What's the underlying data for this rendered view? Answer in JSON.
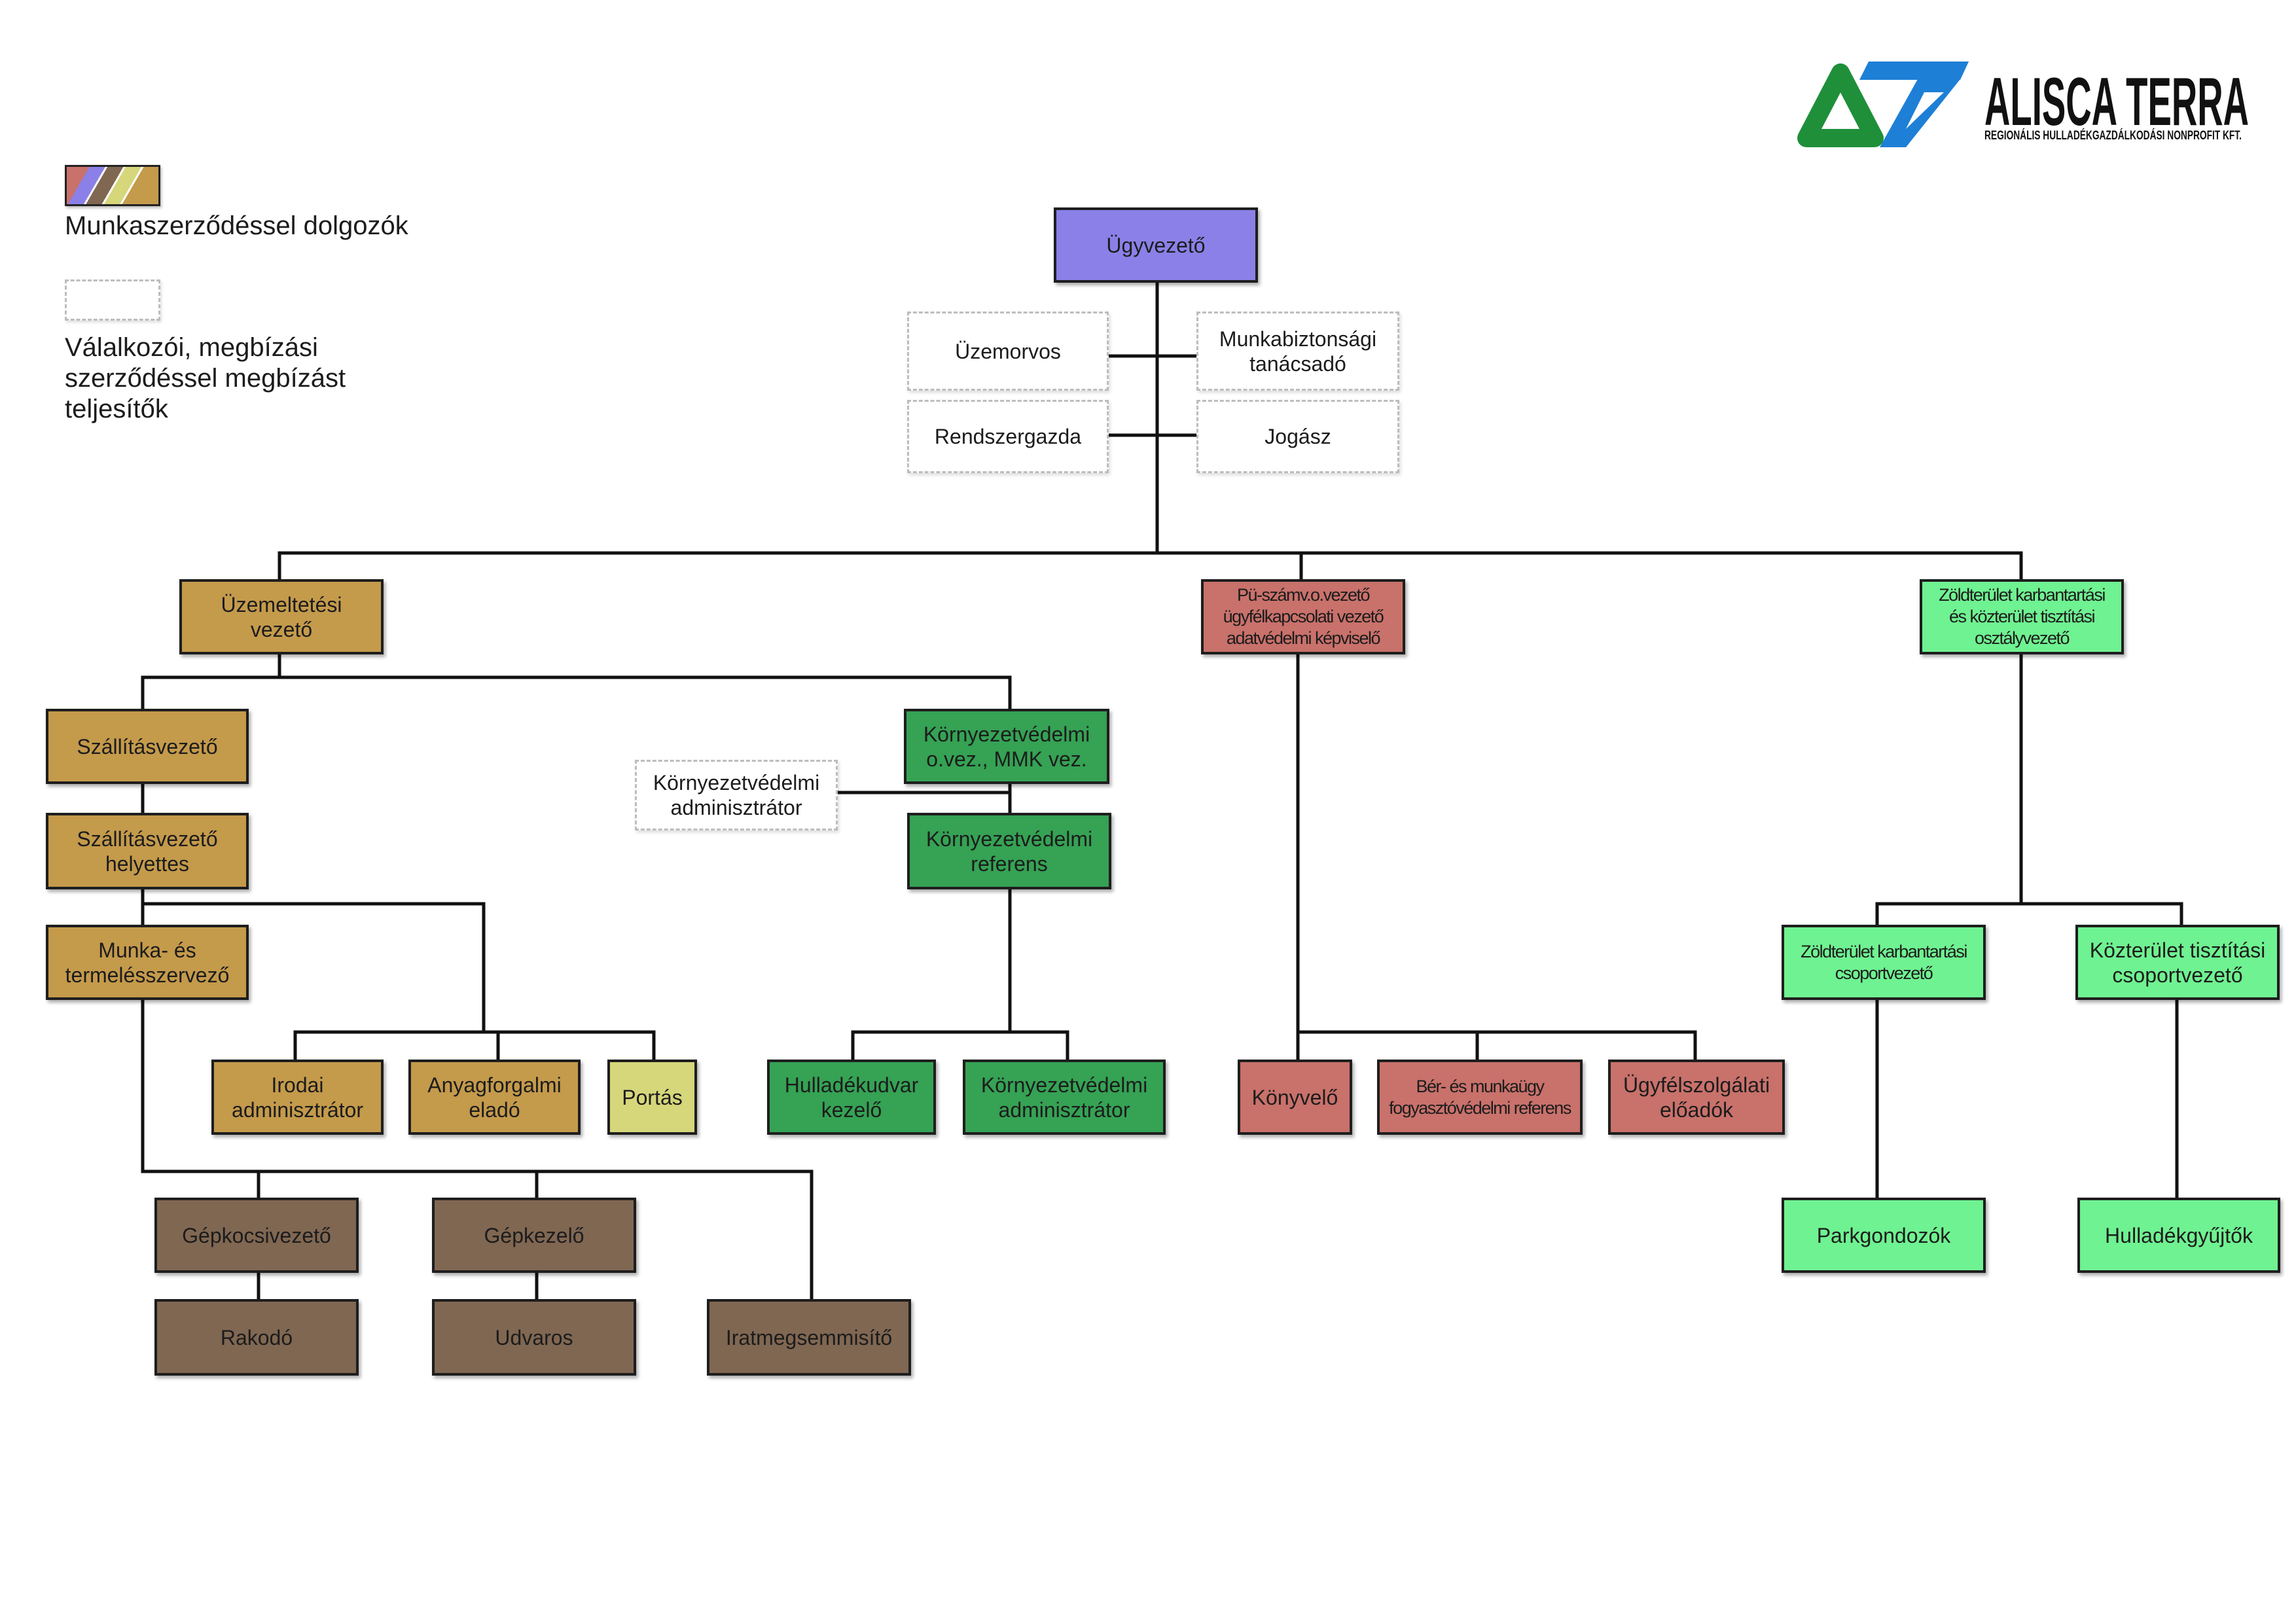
{
  "legend": {
    "employees_label": "Munkaszerződéssel dolgozók",
    "contractors_label_lines": [
      "Válalkozói, megbízási",
      "szerződéssel megbízást",
      "teljesítők"
    ],
    "swatch_colors": [
      "#c9716b",
      "#8b80e8",
      "#806752",
      "#d6d67b",
      "#c49a4b"
    ]
  },
  "logo": {
    "name": "ALISCA TERRA",
    "subtitle": "REGIONÁLIS HULLADÉKGAZDÁLKODÁSI NONPROFIT KFT.",
    "green": "#1f8f3a",
    "blue": "#1e7fd6"
  },
  "nodes": {
    "ugyvezeto": {
      "lines": [
        "Ügyvezető"
      ],
      "color": "#8b80e8"
    },
    "uzemorvos": {
      "lines": [
        "Üzemorvos"
      ]
    },
    "munkabiztonsagi": {
      "lines": [
        "Munkabiztonsági",
        "tanácsadó"
      ]
    },
    "rendszergazda": {
      "lines": [
        "Rendszergazda"
      ]
    },
    "jogasz": {
      "lines": [
        "Jogász"
      ]
    },
    "uzemeltetesi_vezeto": {
      "lines": [
        "Üzemeltetési",
        "vezető"
      ],
      "color": "#c49a4b"
    },
    "pu_vezeto": {
      "lines": [
        "Pü-számv.o.vezető",
        "ügyfélkapcsolati vezető",
        "adatvédelmi képviselő"
      ],
      "color": "#c9716b"
    },
    "zold_osztalyvezeto": {
      "lines": [
        "Zöldterület karbantartási",
        "és közterület tisztítási",
        "osztályvezető"
      ],
      "color": "#6ff291"
    },
    "szallitasvezeto": {
      "lines": [
        "Szállításvezető"
      ],
      "color": "#c49a4b"
    },
    "szallitasvezeto_helyettes": {
      "lines": [
        "Szállításvezető",
        "helyettes"
      ],
      "color": "#c49a4b"
    },
    "munka_termelesszervezo": {
      "lines": [
        "Munka- és",
        "termelésszervező"
      ],
      "color": "#c49a4b"
    },
    "irodai_adminisztrator": {
      "lines": [
        "Irodai",
        "adminisztrátor"
      ],
      "color": "#c49a4b"
    },
    "anyagforgalmi_elado": {
      "lines": [
        "Anyagforgalmi",
        "eladó"
      ],
      "color": "#c49a4b"
    },
    "portas": {
      "lines": [
        "Portás"
      ],
      "color": "#d6d67b"
    },
    "gepkocsivezeto": {
      "lines": [
        "Gépkocsivezető"
      ],
      "color": "#806752"
    },
    "rakodo": {
      "lines": [
        "Rakodó"
      ],
      "color": "#806752"
    },
    "gepkezelo": {
      "lines": [
        "Gépkezelő"
      ],
      "color": "#806752"
    },
    "udvaros": {
      "lines": [
        "Udvaros"
      ],
      "color": "#806752"
    },
    "iratmegsemmisito": {
      "lines": [
        "Iratmegsemmisítő"
      ],
      "color": "#806752"
    },
    "kornyezetvedelmi_vezeto": {
      "lines": [
        "Környezetvédelmi",
        "o.vez., MMK vez."
      ],
      "color": "#35a254"
    },
    "kornyezetvedelmi_adminisztrator_megbizott": {
      "lines": [
        "Környezetvédelmi",
        "adminisztrátor"
      ]
    },
    "kornyezetvedelmi_referens": {
      "lines": [
        "Környezetvédelmi",
        "referens"
      ],
      "color": "#35a254"
    },
    "hulladekudvar_kezelo": {
      "lines": [
        "Hulladékudvar",
        "kezelő"
      ],
      "color": "#35a254"
    },
    "kornyezetvedelmi_adminisztrator": {
      "lines": [
        "Környezetvédelmi",
        "adminisztrátor"
      ],
      "color": "#35a254"
    },
    "konyvelo": {
      "lines": [
        "Könyvelő"
      ],
      "color": "#c9716b"
    },
    "ber_munkaugy": {
      "lines": [
        "Bér- és munkaügy",
        "fogyasztóvédelmi referens"
      ],
      "color": "#c9716b"
    },
    "ugyfelszolgalati": {
      "lines": [
        "Ügyfélszolgálati",
        "előadók"
      ],
      "color": "#c9716b"
    },
    "zold_csoportvezeto": {
      "lines": [
        "Zöldterület karbantartási",
        "csoportvezető"
      ],
      "color": "#6ff291"
    },
    "kozterulet_csoportvezeto": {
      "lines": [
        "Közterület tisztítási",
        "csoportvezető"
      ],
      "color": "#6ff291"
    },
    "parkgondozok": {
      "lines": [
        "Parkgondozók"
      ],
      "color": "#6ff291"
    },
    "hulladekgyujtok": {
      "lines": [
        "Hulladékgyűjtők"
      ],
      "color": "#6ff291"
    }
  }
}
